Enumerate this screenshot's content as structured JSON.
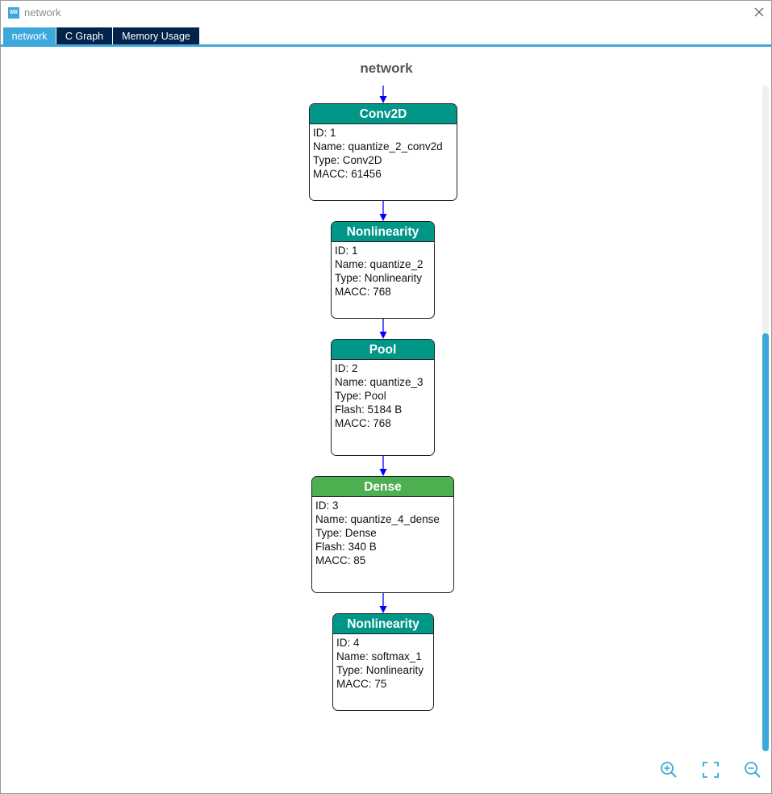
{
  "window": {
    "logo_text": "MX",
    "title": "network",
    "accent": "#3ca8dc",
    "tab_dark": "#03234b"
  },
  "tabs": [
    {
      "label": "network",
      "active": true
    },
    {
      "label": "C Graph",
      "active": false
    },
    {
      "label": "Memory Usage",
      "active": false
    }
  ],
  "graph": {
    "title": "network",
    "edge_color": "#0000ff",
    "nodes": [
      {
        "header": "Conv2D",
        "header_color": "#009688",
        "rows": [
          "ID: 1",
          "Name: quantize_2_conv2d",
          "Type: Conv2D",
          "MACC: 61456"
        ]
      },
      {
        "header": "Nonlinearity",
        "header_color": "#009688",
        "rows": [
          "ID: 1",
          "Name: quantize_2",
          "Type: Nonlinearity",
          "MACC: 768"
        ]
      },
      {
        "header": "Pool",
        "header_color": "#009688",
        "rows": [
          "ID: 2",
          "Name: quantize_3",
          "Type: Pool",
          "Flash: 5184 B",
          "MACC: 768"
        ]
      },
      {
        "header": "Dense",
        "header_color": "#4caf50",
        "rows": [
          "ID: 3",
          "Name: quantize_4_dense",
          "Type: Dense",
          "Flash: 340 B",
          "MACC: 85"
        ]
      },
      {
        "header": "Nonlinearity",
        "header_color": "#009688",
        "rows": [
          "ID: 4",
          "Name: softmax_1",
          "Type: Nonlinearity",
          "MACC: 75"
        ]
      }
    ]
  },
  "controls": {
    "zoom_in_icon": "zoom-in-icon",
    "fit_icon": "fit-to-screen-icon",
    "zoom_out_icon": "zoom-out-icon"
  }
}
